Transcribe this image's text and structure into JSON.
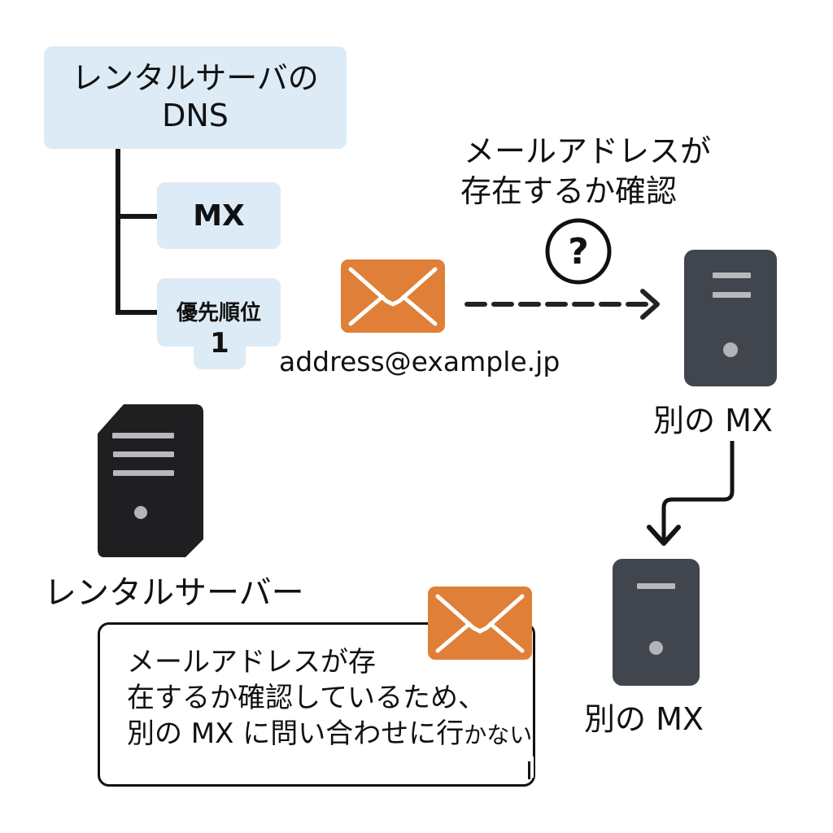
{
  "dns": {
    "title_line1": "レンタルサーバの",
    "title_line2": "DNS",
    "records": [
      {
        "label": "MX"
      },
      {
        "label": "優先順位",
        "value": "1"
      }
    ]
  },
  "email": {
    "address": "address@example.jp",
    "icon": "envelope-icon",
    "color": "#e07f37"
  },
  "check": {
    "caption_line1": "メールアドレスが",
    "caption_line2": "存在するか確認",
    "icon": "question-circle-icon"
  },
  "servers": {
    "other_mx_1": {
      "label": "別の MX",
      "color": "#41454d"
    },
    "other_mx_2": {
      "label": "別の MX",
      "color": "#41454d"
    },
    "rental": {
      "label": "レンタルサーバー",
      "color": "#1f1f21"
    }
  },
  "callout": {
    "line1": "メールアドレスが存",
    "line2": "在するか確認しているため、",
    "line3_main": "別の MX に問い合わせに行",
    "line3_small": "かない"
  },
  "colors": {
    "box_fill": "#dcebf6",
    "envelope": "#e07f37",
    "line": "#141414"
  }
}
